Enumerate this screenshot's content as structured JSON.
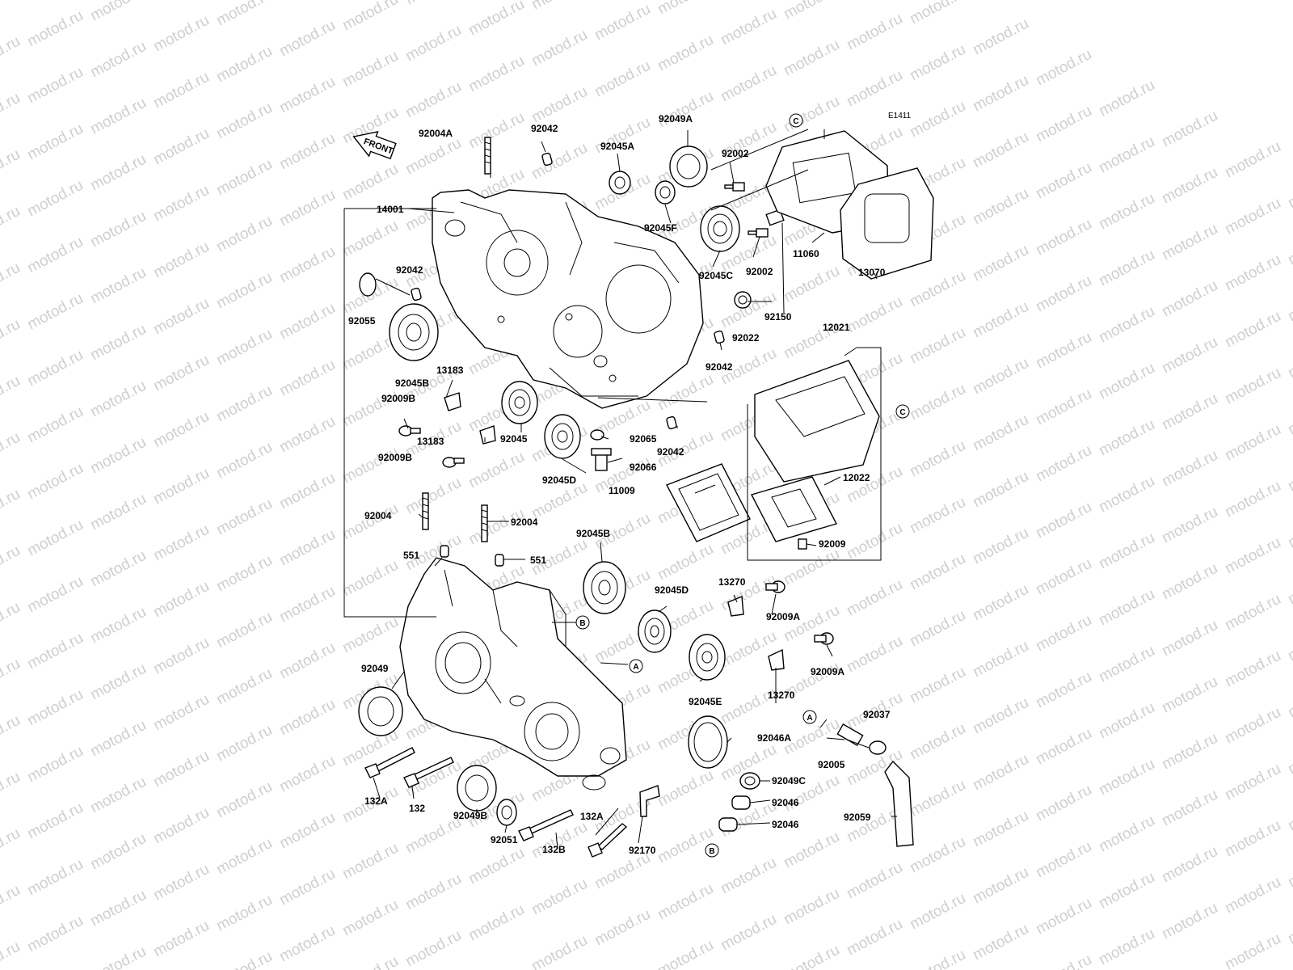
{
  "watermark": "motod.ru",
  "diagram_code": "E1411",
  "front_label": "FRONT",
  "callouts": {
    "a": "A",
    "b": "B",
    "c": "C"
  },
  "labels": {
    "p92004A": "92004A",
    "p92042_top": "92042",
    "p92045A": "92045A",
    "p92049A": "92049A",
    "p92002_top": "92002",
    "p14001": "14001",
    "p92042_left": "92042",
    "p92045F": "92045F",
    "p11060": "11060",
    "p13070": "13070",
    "p92002_mid": "92002",
    "p92045C": "92045C",
    "p92150": "92150",
    "p92055": "92055",
    "p92022": "92022",
    "p12021": "12021",
    "p92042_mid": "92042",
    "p13183_top": "13183",
    "p92045B_top": "92045B",
    "p92009B_top": "92009B",
    "p13183_mid": "13183",
    "p92045": "92045",
    "p92065": "92065",
    "p92042_low": "92042",
    "p92009B_mid": "92009B",
    "p92066": "92066",
    "p92045D_top": "92045D",
    "p11009": "11009",
    "p12022": "12022",
    "p92004_left": "92004",
    "p92004_mid": "92004",
    "p551_left": "551",
    "p551_mid": "551",
    "p92045B_mid": "92045B",
    "p92009": "92009",
    "p13270_top": "13270",
    "p92045D_mid": "92045D",
    "p92009A_top": "92009A",
    "p92049": "92049",
    "p92009A_mid": "92009A",
    "p13270_mid": "13270",
    "p92045E": "92045E",
    "p92037": "92037",
    "p92046A": "92046A",
    "p92005": "92005",
    "p92049C": "92049C",
    "p92046_1": "92046",
    "p92046_2": "92046",
    "p132A_left": "132A",
    "p132": "132",
    "p132A_mid": "132A",
    "p92049B": "92049B",
    "p92051": "92051",
    "p132B": "132B",
    "p92170": "92170",
    "p92059": "92059"
  }
}
